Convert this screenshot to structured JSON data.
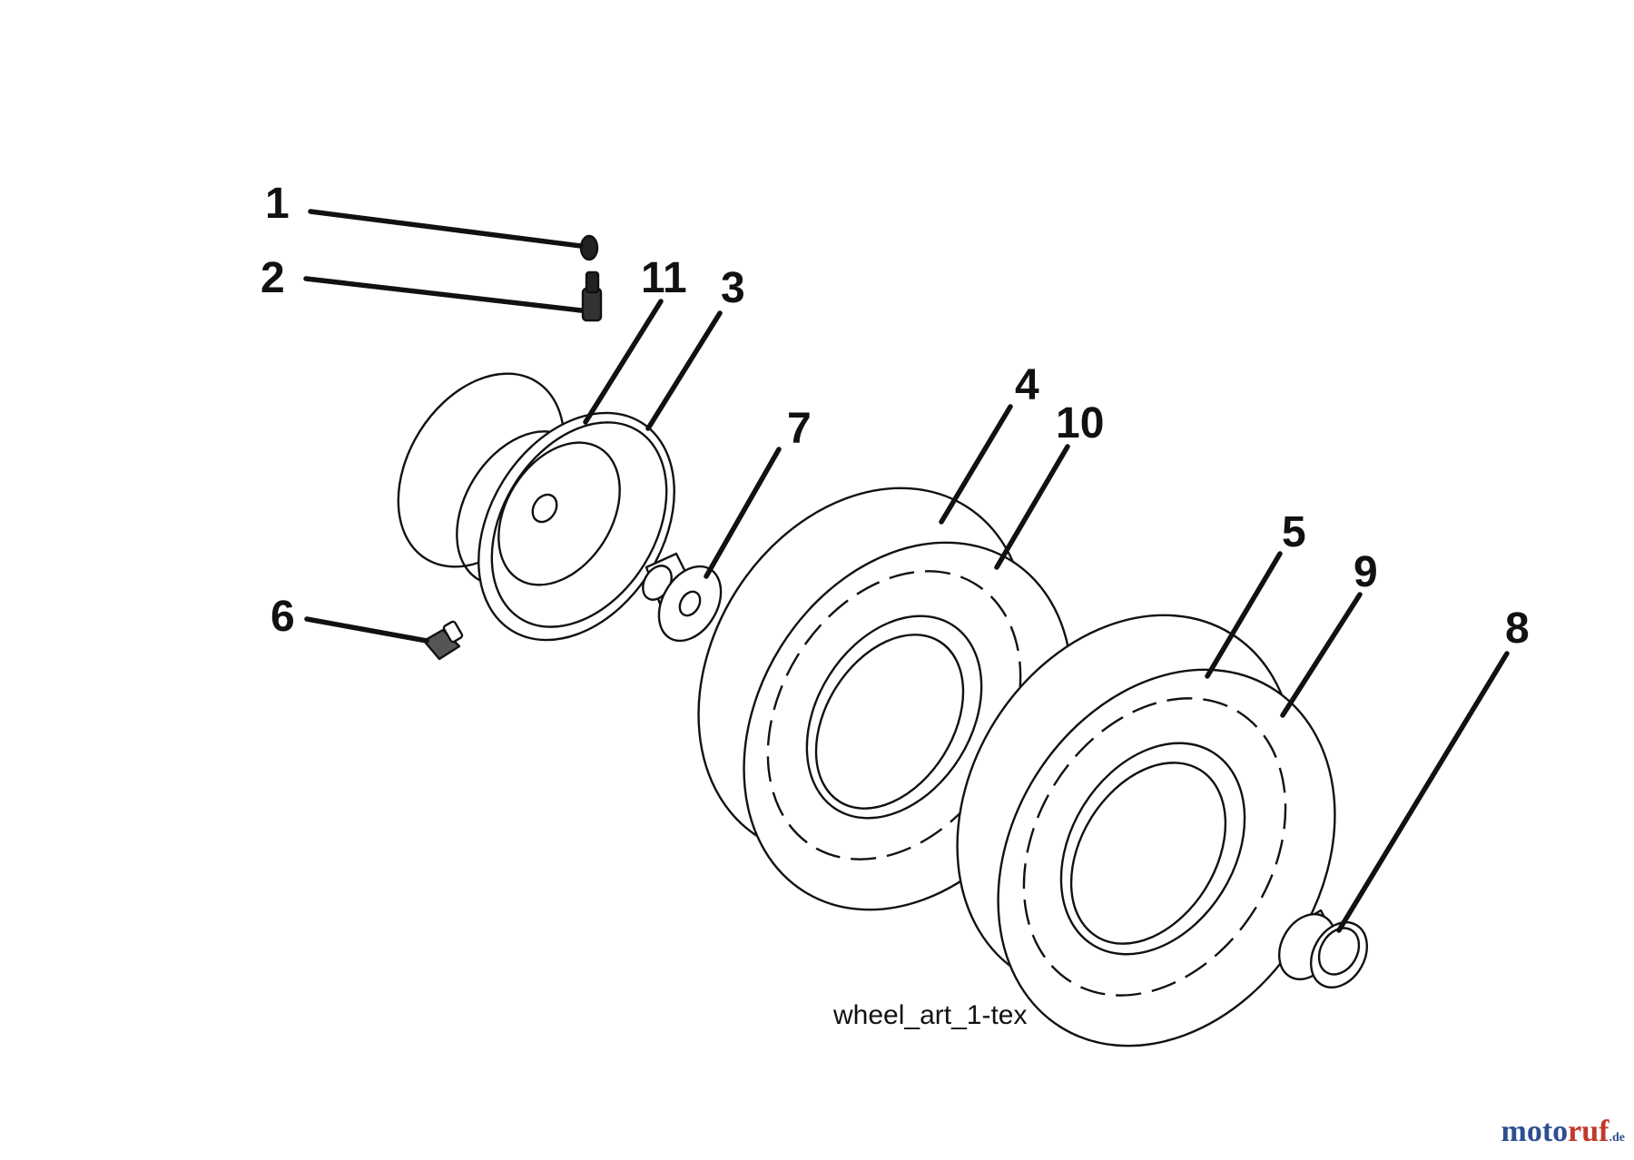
{
  "diagram": {
    "callouts": [
      "1",
      "2",
      "11",
      "3",
      "7",
      "4",
      "10",
      "5",
      "9",
      "6",
      "8"
    ],
    "caption": "wheel_art_1-tex"
  },
  "watermark": {
    "brand_part1": "moto",
    "brand_part2": "ruf",
    "tld": ".de"
  }
}
